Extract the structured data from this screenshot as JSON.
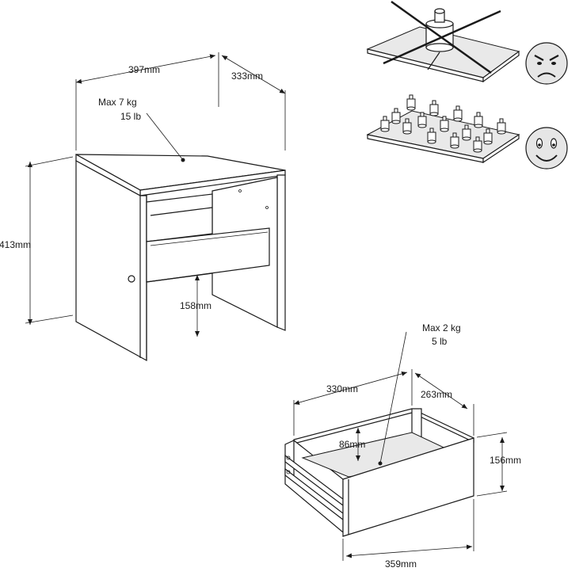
{
  "nightstand": {
    "width_label": "397mm",
    "depth_label": "333mm",
    "height_label": "413mm",
    "clearance_label": "158mm",
    "top_load": {
      "line1": "Max 7 kg",
      "line2": "15 lb"
    }
  },
  "drawer": {
    "inner_width_label": "330mm",
    "depth_label": "263mm",
    "inner_height_label": "86mm",
    "front_height_label": "156mm",
    "front_width_label": "359mm",
    "load": {
      "line1": "Max 2 kg",
      "line2": "5 lb"
    }
  },
  "load_guidance": {
    "wrong_example": {
      "icon": "angry-face-icon",
      "mark": "cross-out-icon"
    },
    "right_example": {
      "icon": "smiley-face-icon"
    }
  }
}
